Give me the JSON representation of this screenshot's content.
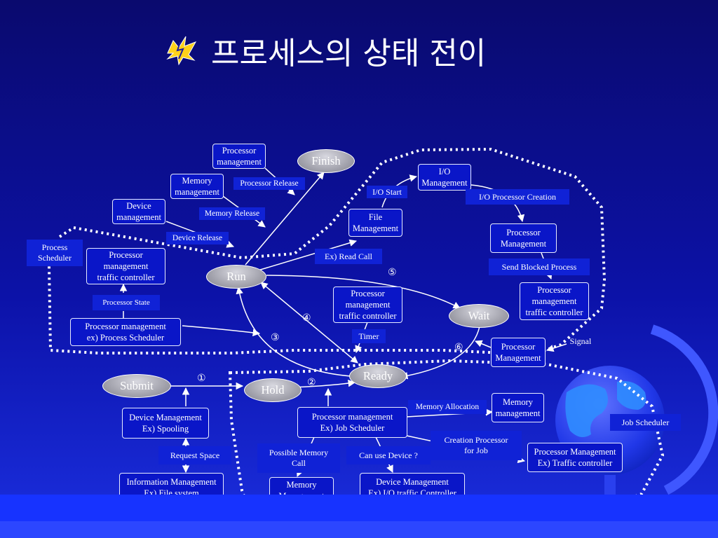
{
  "title": "프로세스의 상태 전이",
  "title_icon": "lightning-bolt-icon",
  "decoration": "globe-icon",
  "states": {
    "finish": "Finish",
    "run": "Run",
    "wait": "Wait",
    "ready": "Ready",
    "submit": "Submit",
    "hold": "Hold"
  },
  "boxes": {
    "processor_mgmt_top": "Processor\nmanagement",
    "memory_mgmt_top": "Memory\nmanagement",
    "device_mgmt_top": "Device\nmanagement",
    "io_mgmt": "I/O\nManagement",
    "file_mgmt": "File\nManagement",
    "processor_mgmt_right": "Processor\nManagement",
    "traffic_left": "Processor\nmanagement\ntraffic controller",
    "traffic_mid": "Processor\nmanagement\ntraffic controller",
    "traffic_right": "Processor\nmanagement\ntraffic controller",
    "process_scheduler_box": "Processor management\nex) Process   Scheduler",
    "processor_mgmt_signal": "Processor\nManagement",
    "device_spooling": "Device Management\nEx) Spooling",
    "job_scheduler_box": "Processor management\nEx) Job Scheduler",
    "memory_mgmt_bottom": "Memory\nmanagement",
    "info_mgmt": "Information Management\nEx) File system",
    "memory_mgmt_call": "Memory\nManagement",
    "device_io_traffic": "Device Management\nEx) I/O traffic Controller",
    "traffic_controller_box": "Processor Management\nEx) Traffic controller"
  },
  "labels": {
    "processor_release": "Processor Release",
    "memory_release": "Memory Release",
    "device_release": "Device Release",
    "io_start": "I/O Start",
    "io_processor_creation": "I/O Processor Creation",
    "ex_read_call": "Ex) Read Call",
    "send_blocked": "Send Blocked Process",
    "process_scheduler": "Process\nScheduler",
    "processor_state": "Processor State",
    "timer": "Timer",
    "memory_allocation": "Memory Allocation",
    "job_scheduler": "Job Scheduler",
    "creation_processor": "Creation Processor\nfor Job",
    "request_space": "Request Space",
    "possible_memory": "Possible Memory\nCall",
    "can_use_device": "Can use Device ?"
  },
  "plain_labels": {
    "signal": "Signal"
  },
  "numbers": [
    "①",
    "②",
    "③",
    "④",
    "⑤",
    "⑥"
  ],
  "colors": {
    "background_top": "#0a0a6e",
    "background_bottom": "#1b2fe0",
    "state_fill": "#a3a3ad",
    "box_fill": "#0a16c8",
    "bottom_bar": "#1733ff"
  }
}
